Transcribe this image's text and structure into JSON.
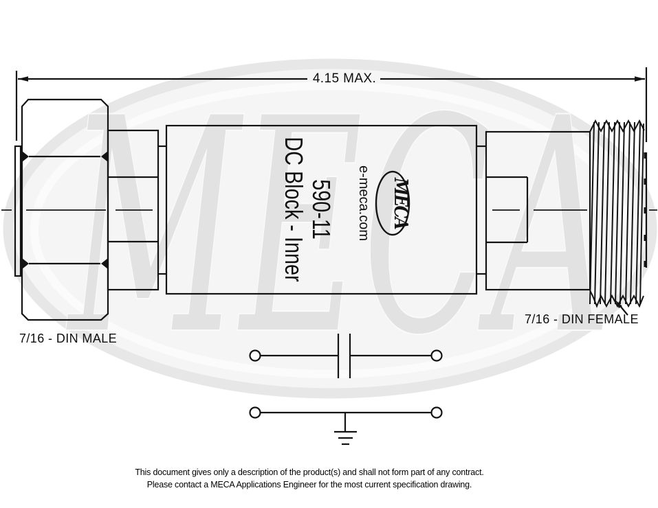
{
  "drawing": {
    "dimension_label": "4.15 MAX.",
    "male_connector_label": "7/16 - DIN MALE",
    "female_connector_label": "7/16 - DIN FEMALE",
    "part_number": "590-11",
    "part_description": "DC Block - Inner",
    "website": "e-meca.com",
    "logo_text": "MECA"
  },
  "watermark": {
    "text": "MECA"
  },
  "footer": {
    "line1": "This document gives only a description of the product(s) and shall not form part of any contract.",
    "line2": "Please contact a MECA Applications Engineer for the most current specification drawing."
  },
  "colors": {
    "line": "#131313",
    "watermark_letters": "#e2e2e2",
    "watermark_fill": "#f5f5f5",
    "background": "#ffffff"
  }
}
